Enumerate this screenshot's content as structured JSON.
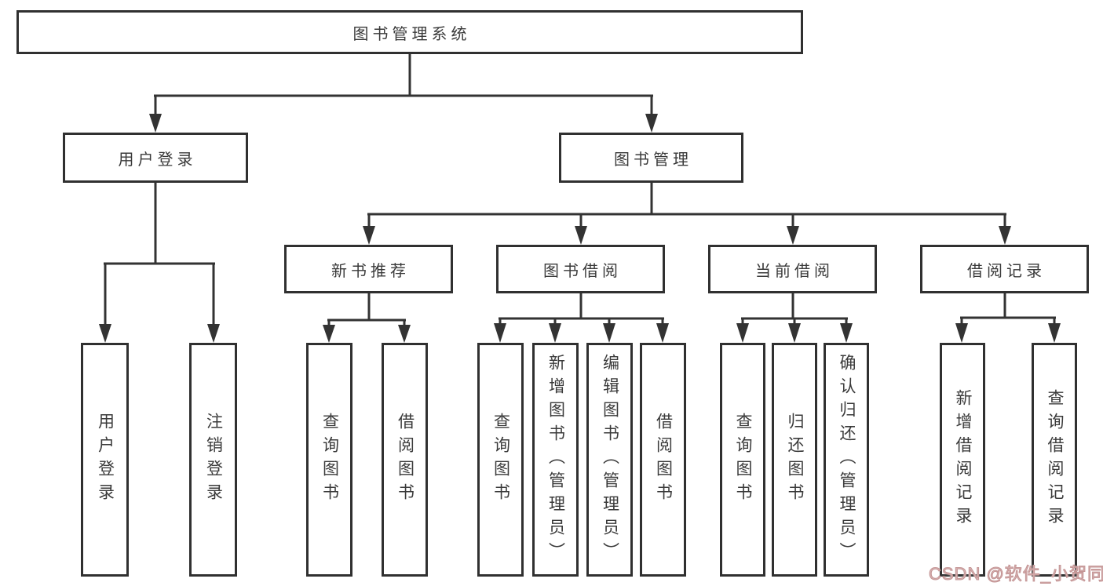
{
  "tree": {
    "root": {
      "label": "图书管理系统"
    },
    "branches": [
      {
        "label": "用户登录",
        "leaves": [
          "用户登录",
          "注销登录"
        ]
      },
      {
        "label": "图书管理",
        "sections": [
          {
            "label": "新书推荐",
            "leaves": [
              "查询图书",
              "借阅图书"
            ]
          },
          {
            "label": "图书借阅",
            "leaves": [
              "查询图书",
              "新增图书（管理员）",
              "编辑图书（管理员）",
              "借阅图书"
            ]
          },
          {
            "label": "当前借阅",
            "leaves": [
              "查询图书",
              "归还图书",
              "确认归还（管理员）"
            ]
          },
          {
            "label": "借阅记录",
            "leaves": [
              "新增借阅记录",
              "查询借阅记录"
            ]
          }
        ]
      }
    ]
  },
  "watermark": {
    "text": "CSDN @软件_小贺同学",
    "color": "#c49595"
  },
  "colors": {
    "line": "#333333",
    "box_border": "#303030",
    "text": "#3a3a3a",
    "background": "#ffffff"
  }
}
